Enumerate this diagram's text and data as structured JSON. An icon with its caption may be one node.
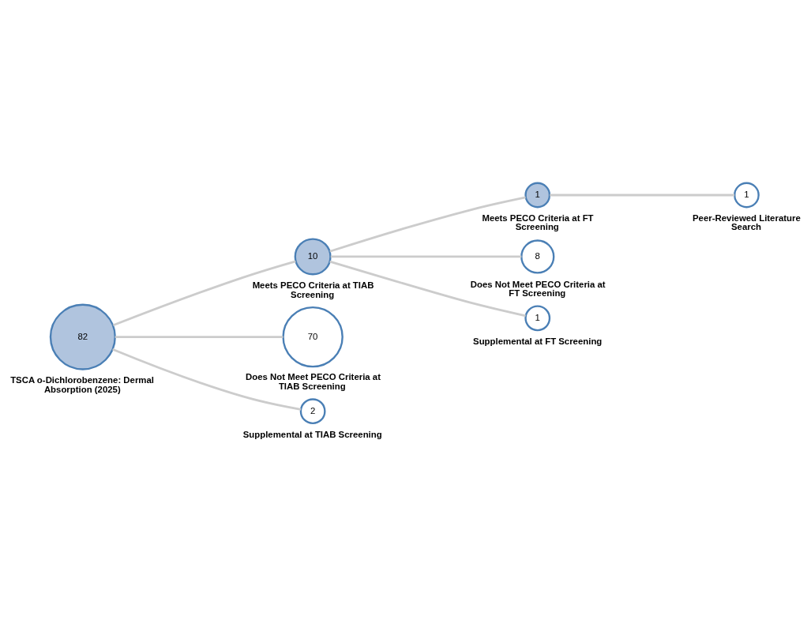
{
  "diagram": {
    "nodes": [
      {
        "text": [
          "82"
        ],
        "beside": [
          "TSCA o-Dichlorobenzene: Dermal Absorption (2025)"
        ]
      },
      {
        "text": [
          "10"
        ],
        "beside": [
          "Meets PECO Criteria at TIAB Screening"
        ]
      },
      {
        "text": [
          "70"
        ],
        "beside": [
          "Does Not Meet PECO Criteria at TIAB Screening"
        ]
      },
      {
        "text": [
          "2"
        ],
        "beside": [
          "Supplemental at TIAB Screening"
        ]
      },
      {
        "text": [
          "1"
        ],
        "beside": [
          "Meets PECO Criteria at FT Screening"
        ]
      },
      {
        "text": [
          "8"
        ],
        "beside": [
          "Does Not Meet PECO Criteria at FT Screening"
        ]
      },
      {
        "text": [
          "1"
        ],
        "beside": [
          "Supplemental at FT Screening"
        ]
      },
      {
        "text": [
          "1"
        ],
        "beside": [
          "Peer-Reviewed Literature Search"
        ]
      }
    ],
    "edges": [
      {
        "from": 0,
        "to": 1,
        "arrow": "none"
      },
      {
        "from": 0,
        "to": 2,
        "arrow": "none"
      },
      {
        "from": 0,
        "to": 3,
        "arrow": "none"
      },
      {
        "from": 1,
        "to": 4,
        "arrow": "none"
      },
      {
        "from": 1,
        "to": 5,
        "arrow": "none"
      },
      {
        "from": 1,
        "to": 6,
        "arrow": "none"
      },
      {
        "from": 4,
        "to": 7,
        "arrow": "none"
      }
    ]
  }
}
